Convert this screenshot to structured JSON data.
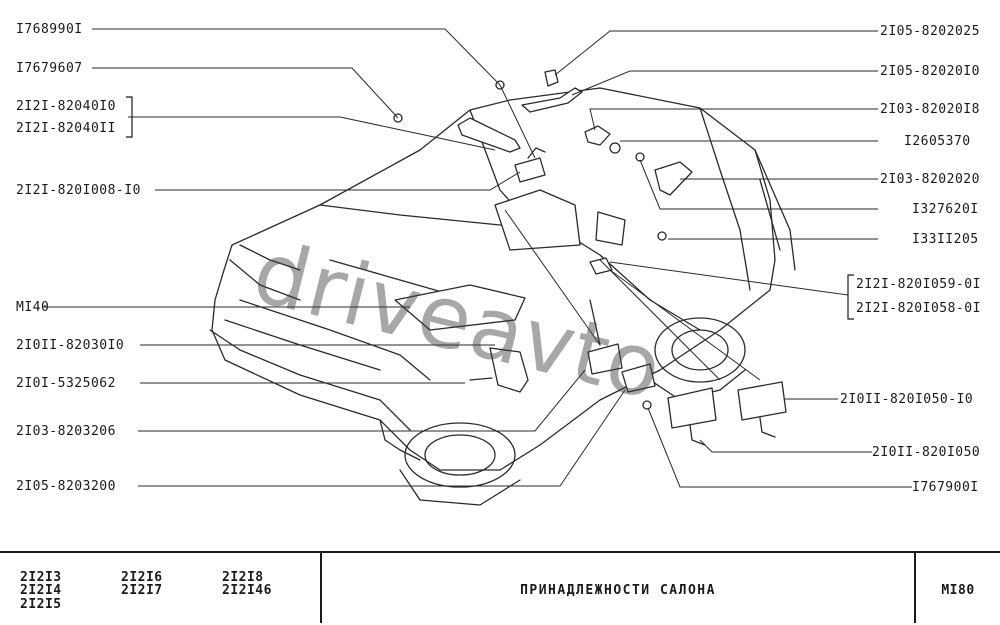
{
  "watermark": "driveavto",
  "labels_left": [
    "I768990I",
    "I7679607",
    "2I2I-82040I0",
    "2I2I-82040II",
    "2I2I-820I008-I0",
    "MI40",
    "2I0II-82030I0",
    "2I0I-5325062",
    "2I03-8203206",
    "2I05-8203200"
  ],
  "labels_right": [
    "2I05-8202025",
    "2I05-82020I0",
    "2I03-82020I8",
    "I2605370",
    "2I03-8202020",
    "I327620I",
    "I33II205",
    "2I2I-820I059-0I",
    "2I2I-820I058-0I",
    "2I0II-820I050-I0",
    "2I0II-820I050",
    "I767900I"
  ],
  "footer": {
    "models": [
      "2I2I3",
      "2I2I4",
      "2I2I5",
      "2I2I6",
      "2I2I7",
      "2I2I8",
      "2I2I46"
    ],
    "title": "ПРИНАДЛЕЖНОСТИ  САЛОНА",
    "page": "MI80"
  }
}
